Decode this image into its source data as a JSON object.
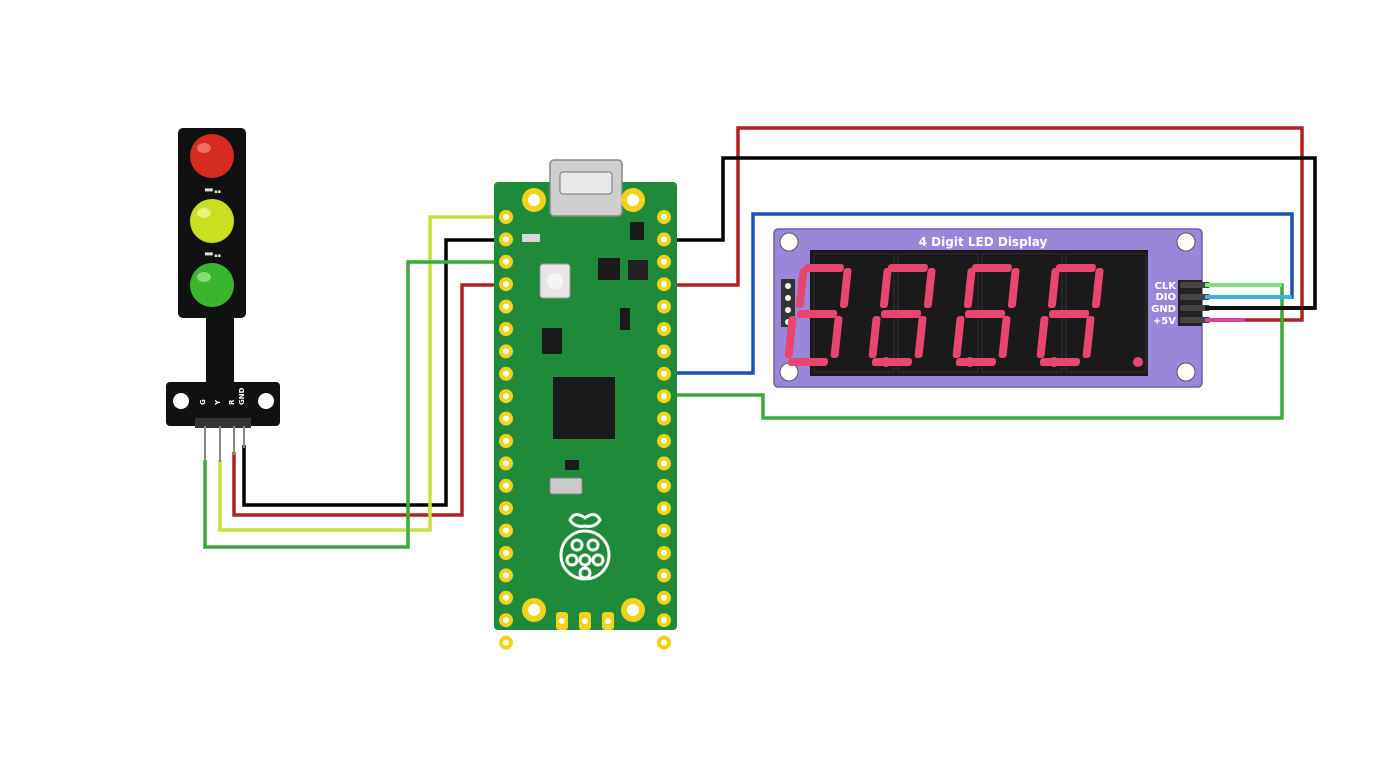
{
  "traffic_light": {
    "pins": [
      "GND",
      "R",
      "Y",
      "G"
    ],
    "lamps": [
      {
        "name": "red-lamp",
        "color": "#d42a20"
      },
      {
        "name": "yellow-lamp",
        "color": "#c8e020"
      },
      {
        "name": "green-lamp",
        "color": "#3cb52e"
      }
    ]
  },
  "display": {
    "title": "4 Digit LED Display",
    "pins": [
      "CLK",
      "DIO",
      "GND",
      "+5V"
    ],
    "digit_count": 4,
    "segment_color": "#e8466e",
    "body_color": "#9b87d9"
  },
  "pico": {
    "board_color": "#1f8a3a"
  },
  "wires": [
    {
      "name": "wire-tl-gnd",
      "color": "#000000"
    },
    {
      "name": "wire-tl-red",
      "color": "#b22222"
    },
    {
      "name": "wire-tl-yellow",
      "color": "#c8e03a"
    },
    {
      "name": "wire-tl-green",
      "color": "#3aaa3a"
    },
    {
      "name": "wire-disp-gnd",
      "color": "#000000"
    },
    {
      "name": "wire-disp-5v",
      "color": "#b22222"
    },
    {
      "name": "wire-disp-dio",
      "color": "#1f4fb5"
    },
    {
      "name": "wire-disp-clk",
      "color": "#3aaa3a"
    }
  ]
}
